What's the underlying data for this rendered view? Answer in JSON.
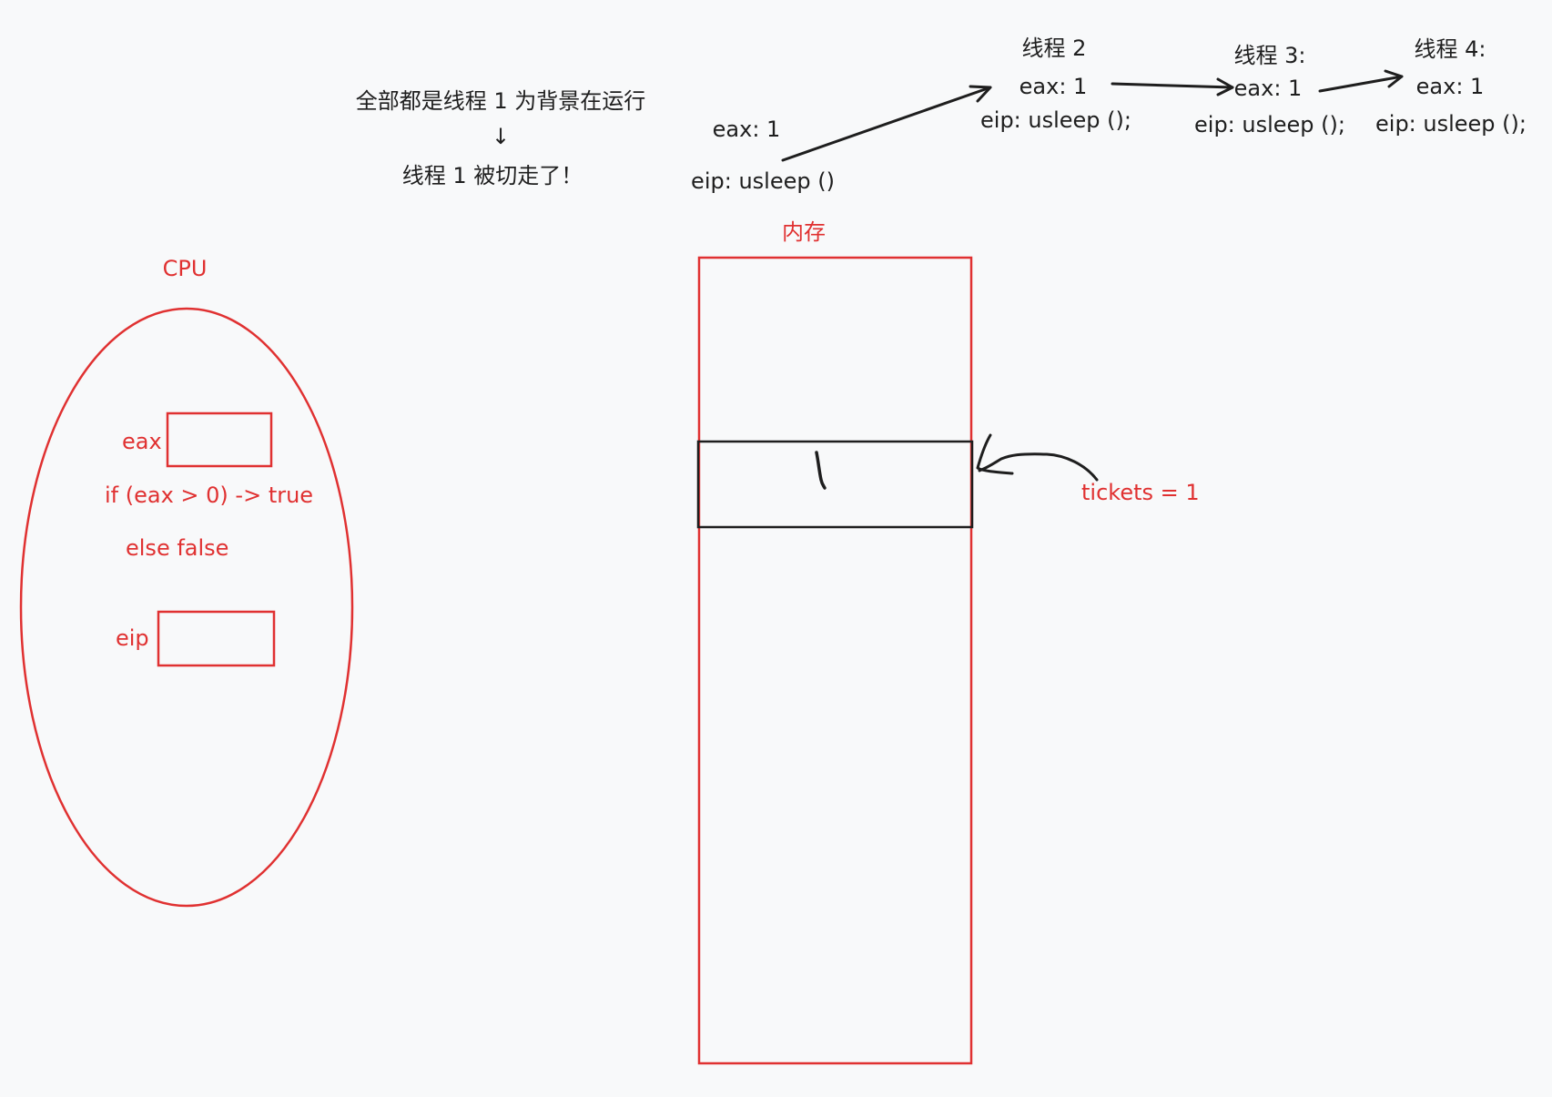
{
  "colors": {
    "background": "#f8f9fa",
    "ink": "#1e1e1e",
    "accent_red": "#e03131"
  },
  "note": {
    "line1": "全部都是线程 1 为背景在运行",
    "arrow": "↓",
    "line2": "线程 1 被切走了！"
  },
  "thread1": {
    "eax": "eax: 1",
    "eip": "eip: usleep ()"
  },
  "thread2": {
    "title": "线程 2",
    "eax": "eax: 1",
    "eip": "eip: usleep ();"
  },
  "thread3": {
    "title": "线程 3:",
    "eax": "eax: 1",
    "eip": "eip: usleep ();"
  },
  "thread4": {
    "title": "线程 4:",
    "eax": "eax: 1",
    "eip": "eip: usleep ();"
  },
  "memory": {
    "title": "内存",
    "cell_value": "1",
    "tickets_label": "tickets = 1"
  },
  "cpu": {
    "title": "CPU",
    "eax_label": "eax",
    "condition_true": "if (eax > 0) -> true",
    "condition_false": "else false",
    "eip_label": "eip"
  }
}
